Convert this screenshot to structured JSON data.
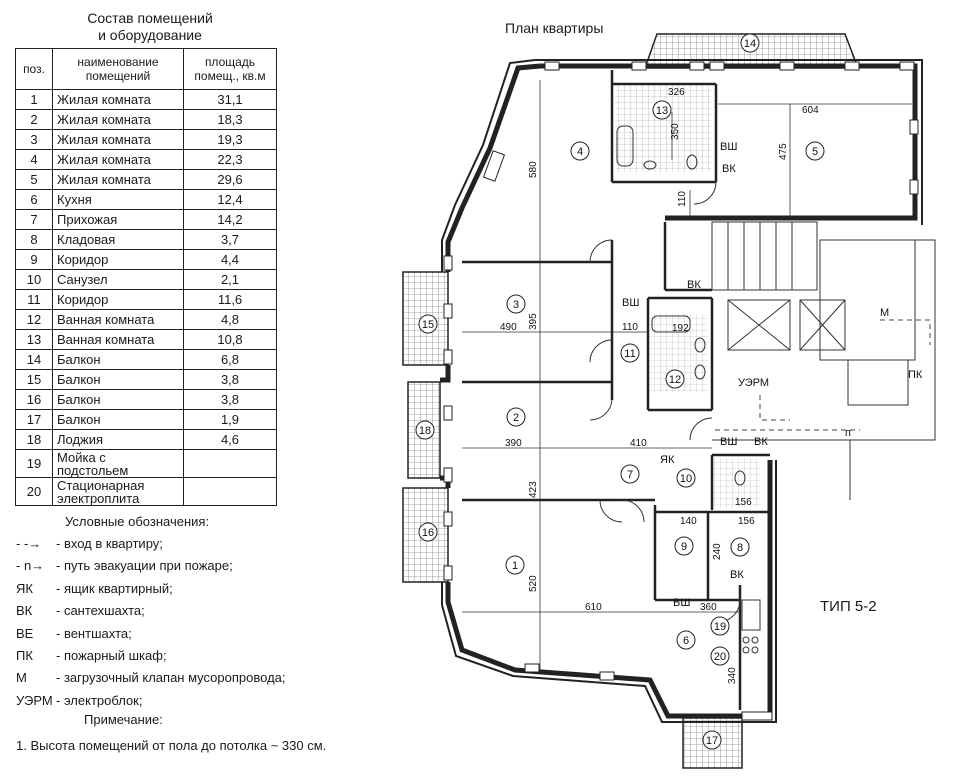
{
  "table": {
    "title_line1": "Состав помещений",
    "title_line2": "и оборудование",
    "headers": {
      "pos": "поз.",
      "name": "наименование помещений",
      "area": "площадь помещ., кв.м"
    },
    "rows": [
      {
        "n": "1",
        "name": "Жилая комната",
        "area": "31,1"
      },
      {
        "n": "2",
        "name": "Жилая комната",
        "area": "18,3"
      },
      {
        "n": "3",
        "name": "Жилая комната",
        "area": "19,3"
      },
      {
        "n": "4",
        "name": "Жилая комната",
        "area": "22,3"
      },
      {
        "n": "5",
        "name": "Жилая комната",
        "area": "29,6"
      },
      {
        "n": "6",
        "name": "Кухня",
        "area": "12,4"
      },
      {
        "n": "7",
        "name": "Прихожая",
        "area": "14,2"
      },
      {
        "n": "8",
        "name": "Кладовая",
        "area": "3,7"
      },
      {
        "n": "9",
        "name": "Коридор",
        "area": "4,4"
      },
      {
        "n": "10",
        "name": "Санузел",
        "area": "2,1"
      },
      {
        "n": "11",
        "name": "Коридор",
        "area": "11,6"
      },
      {
        "n": "12",
        "name": "Ванная комната",
        "area": "4,8"
      },
      {
        "n": "13",
        "name": "Ванная комната",
        "area": "10,8"
      },
      {
        "n": "14",
        "name": "Балкон",
        "area": "6,8"
      },
      {
        "n": "15",
        "name": "Балкон",
        "area": "3,8"
      },
      {
        "n": "16",
        "name": "Балкон",
        "area": "3,8"
      },
      {
        "n": "17",
        "name": "Балкон",
        "area": "1,9"
      },
      {
        "n": "18",
        "name": "Лоджия",
        "area": "4,6"
      },
      {
        "n": "19",
        "name": "Мойка с подстольем",
        "area": ""
      },
      {
        "n": "20",
        "name": "Стационарная электроплита",
        "area": ""
      }
    ]
  },
  "legend": {
    "title": "Условные обозначения:",
    "items": [
      {
        "sym": "- -→",
        "text": "- вход в квартиру;"
      },
      {
        "sym": "- n→",
        "text": "- путь эвакуации при пожаре;"
      },
      {
        "sym": "ЯК",
        "text": "- ящик квартирный;"
      },
      {
        "sym": "ВК",
        "text": "- сантехшахта;"
      },
      {
        "sym": "ВЕ",
        "text": "- вентшахта;"
      },
      {
        "sym": "ПК",
        "text": "- пожарный шкаф;"
      },
      {
        "sym": "М",
        "text": "- загрузочный клапан мусоропровода;"
      },
      {
        "sym": "УЭРМ",
        "text": "- электроблок;"
      }
    ],
    "note_title": "Примечание:",
    "note_text": "1. Высота помещений от пола до потолка  ~ 330 см."
  },
  "plan": {
    "title": "План квартиры",
    "type_label": "ТИП 5-2",
    "labels": {
      "vsh": "ВШ",
      "vk": "ВК",
      "yak": "ЯК",
      "pk": "ПК",
      "m": "М",
      "uerm": "УЭРМ",
      "n": "п"
    },
    "dims": {
      "d580": "580",
      "d395": "395",
      "d423": "423",
      "d520": "520",
      "d490": "490",
      "d110a": "110",
      "d110b": "110",
      "d390": "390",
      "d410": "410",
      "d610": "610",
      "d360": "360",
      "d326": "326",
      "d350": "350",
      "d604": "604",
      "d475": "475",
      "d192": "192",
      "d140": "140",
      "d156a": "156",
      "d156b": "156",
      "d240": "240",
      "d340": "340"
    },
    "rooms": [
      "1",
      "2",
      "3",
      "4",
      "5",
      "6",
      "7",
      "8",
      "9",
      "10",
      "11",
      "12",
      "13",
      "14",
      "15",
      "16",
      "17",
      "18",
      "19",
      "20"
    ]
  }
}
